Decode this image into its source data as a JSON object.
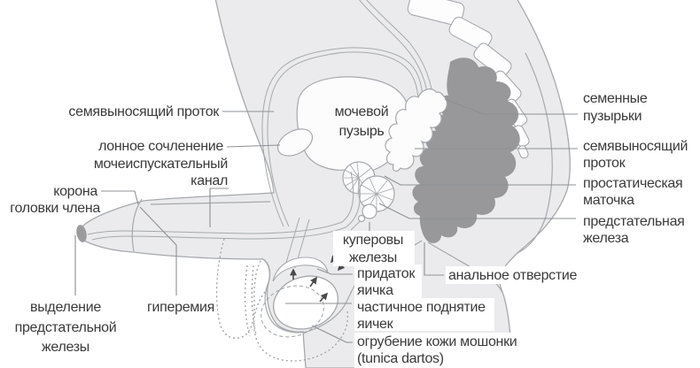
{
  "labels": {
    "vas_deferens_left": "семявыносящий проток",
    "pubic_symphysis": "лонное сочленение",
    "urethra_1": "мочеиспускательный",
    "urethra_2": "канал",
    "corona_1": "корона",
    "corona_2": "головки члена",
    "secretion_1": "выделение",
    "secretion_2": "предстательной",
    "secretion_3": "железы",
    "hyperemia": "гиперемия",
    "bladder_1": "мочевой",
    "bladder_2": "пузырь",
    "cowper_1": "куперовы",
    "cowper_2": "железы",
    "epididymis_1": "придаток",
    "epididymis_2": "яичка",
    "testes_rise_1": "частичное поднятие",
    "testes_rise_2": "яичек",
    "scrotum_skin_1": "огрубение кожи мошонки",
    "scrotum_skin_2": "(tunica dartos)",
    "anus": "анальное отверстие",
    "seminal_vesicles_1": "семенные",
    "seminal_vesicles_2": "пузырьки",
    "vas_deferens_right_1": "семявыносящий",
    "vas_deferens_right_2": "проток",
    "prostatic_utricle_1": "простатическая",
    "prostatic_utricle_2": "маточка",
    "prostate_1": "предстательная",
    "prostate_2": "железа"
  },
  "colors": {
    "body_fill": "#ebebed",
    "outline": "#a6a9ac",
    "rectum_fill": "#98989b",
    "text": "#3a3a3a",
    "leader": "#8d9094",
    "background": "#ffffff"
  }
}
